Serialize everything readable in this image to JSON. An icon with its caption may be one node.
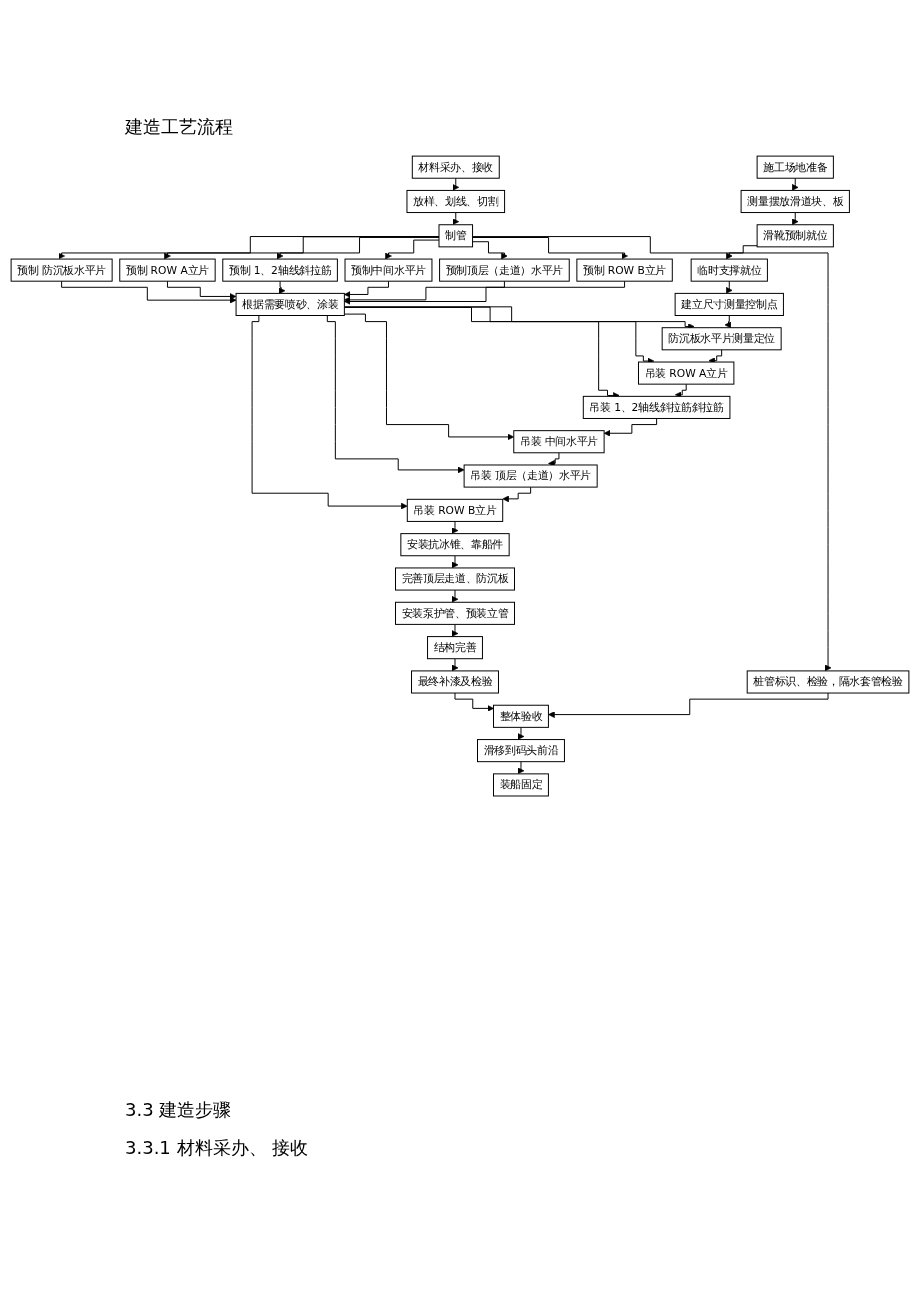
{
  "diagram": {
    "title": "建造工艺流程",
    "nodes": [
      {
        "text": [
          "材料采办、接收"
        ]
      },
      {
        "text": [
          "放样、划线、切割"
        ]
      },
      {
        "text": [
          "制管"
        ]
      },
      {
        "text": [
          "预制 防沉板水平片"
        ]
      },
      {
        "text": [
          "预制 ROW A立片"
        ]
      },
      {
        "text": [
          "预制 1、2轴线斜拉筋"
        ]
      },
      {
        "text": [
          "预制中间水平片"
        ]
      },
      {
        "text": [
          "预制顶层（走道）水平片"
        ]
      },
      {
        "text": [
          "预制 ROW B立片"
        ]
      },
      {
        "text": [
          "桩管标识、检验，隔水套管检验"
        ]
      },
      {
        "text": [
          "根据需要喷砂、涂装"
        ]
      },
      {
        "text": [
          "施工场地准备"
        ]
      },
      {
        "text": [
          "测量摆放滑道块、板"
        ]
      },
      {
        "text": [
          "滑靴预制就位"
        ]
      },
      {
        "text": [
          "临时支撑就位"
        ]
      },
      {
        "text": [
          "建立尺寸测量控制点"
        ]
      },
      {
        "text": [
          "防沉板水平片测量定位"
        ]
      },
      {
        "text": [
          "吊装 ROW A立片"
        ]
      },
      {
        "text": [
          "吊装 1、2轴线斜拉筋斜拉筋"
        ]
      },
      {
        "text": [
          "吊装 中间水平片"
        ]
      },
      {
        "text": [
          "吊装 顶层（走道）水平片"
        ]
      },
      {
        "text": [
          "吊装 ROW B立片"
        ]
      },
      {
        "text": [
          "安装抗冰锥、靠船件"
        ]
      },
      {
        "text": [
          "完善顶层走道、防沉板"
        ]
      },
      {
        "text": [
          "安装泵护管、预装立管"
        ]
      },
      {
        "text": [
          "结构完善"
        ]
      },
      {
        "text": [
          "最终补漆及检验"
        ]
      },
      {
        "text": [
          "整体验收"
        ]
      },
      {
        "text": [
          "滑移到码头前沿"
        ]
      },
      {
        "text": [
          "装船固定"
        ]
      }
    ],
    "edges": [
      {
        "from": 0,
        "to": 1,
        "arrow": "to"
      },
      {
        "from": 1,
        "to": 2,
        "arrow": "to"
      },
      {
        "from": 2,
        "to": 3,
        "arrow": "to"
      },
      {
        "from": 2,
        "to": 4,
        "arrow": "to"
      },
      {
        "from": 2,
        "to": 5,
        "arrow": "to"
      },
      {
        "from": 2,
        "to": 6,
        "arrow": "to"
      },
      {
        "from": 2,
        "to": 7,
        "arrow": "to"
      },
      {
        "from": 2,
        "to": 8,
        "arrow": "to"
      },
      {
        "from": 2,
        "to": 9,
        "arrow": "to"
      },
      {
        "from": 3,
        "to": 10,
        "arrow": "to"
      },
      {
        "from": 4,
        "to": 10,
        "arrow": "to"
      },
      {
        "from": 5,
        "to": 10,
        "arrow": "to"
      },
      {
        "from": 6,
        "to": 10,
        "arrow": "to"
      },
      {
        "from": 7,
        "to": 10,
        "arrow": "to"
      },
      {
        "from": 8,
        "to": 10,
        "arrow": "to"
      },
      {
        "from": 10,
        "to": 16,
        "arrow": "to"
      },
      {
        "from": 10,
        "to": 17,
        "arrow": "to"
      },
      {
        "from": 10,
        "to": 18,
        "arrow": "to"
      },
      {
        "from": 10,
        "to": 19,
        "arrow": "to"
      },
      {
        "from": 10,
        "to": 20,
        "arrow": "to"
      },
      {
        "from": 10,
        "to": 21,
        "arrow": "to"
      },
      {
        "from": 11,
        "to": 12,
        "arrow": "to"
      },
      {
        "from": 12,
        "to": 13,
        "arrow": "to"
      },
      {
        "from": 13,
        "to": 14,
        "arrow": "to"
      },
      {
        "from": 14,
        "to": 15,
        "arrow": "to"
      },
      {
        "from": 15,
        "to": 16,
        "arrow": "to"
      },
      {
        "from": 16,
        "to": 17,
        "arrow": "to"
      },
      {
        "from": 17,
        "to": 18,
        "arrow": "to"
      },
      {
        "from": 18,
        "to": 19,
        "arrow": "to"
      },
      {
        "from": 19,
        "to": 20,
        "arrow": "to"
      },
      {
        "from": 20,
        "to": 21,
        "arrow": "to"
      },
      {
        "from": 21,
        "to": 22,
        "arrow": "to"
      },
      {
        "from": 22,
        "to": 23,
        "arrow": "to"
      },
      {
        "from": 23,
        "to": 24,
        "arrow": "to"
      },
      {
        "from": 24,
        "to": 25,
        "arrow": "to"
      },
      {
        "from": 25,
        "to": 26,
        "arrow": "to"
      },
      {
        "from": 26,
        "to": 27,
        "arrow": "to"
      },
      {
        "from": 9,
        "to": 27,
        "arrow": "to"
      },
      {
        "from": 27,
        "to": 28,
        "arrow": "to"
      },
      {
        "from": 28,
        "to": 29,
        "arrow": "to"
      }
    ],
    "labels": [
      "3.3 建造步骤",
      "3.3.1 材料采办、 接收"
    ]
  }
}
